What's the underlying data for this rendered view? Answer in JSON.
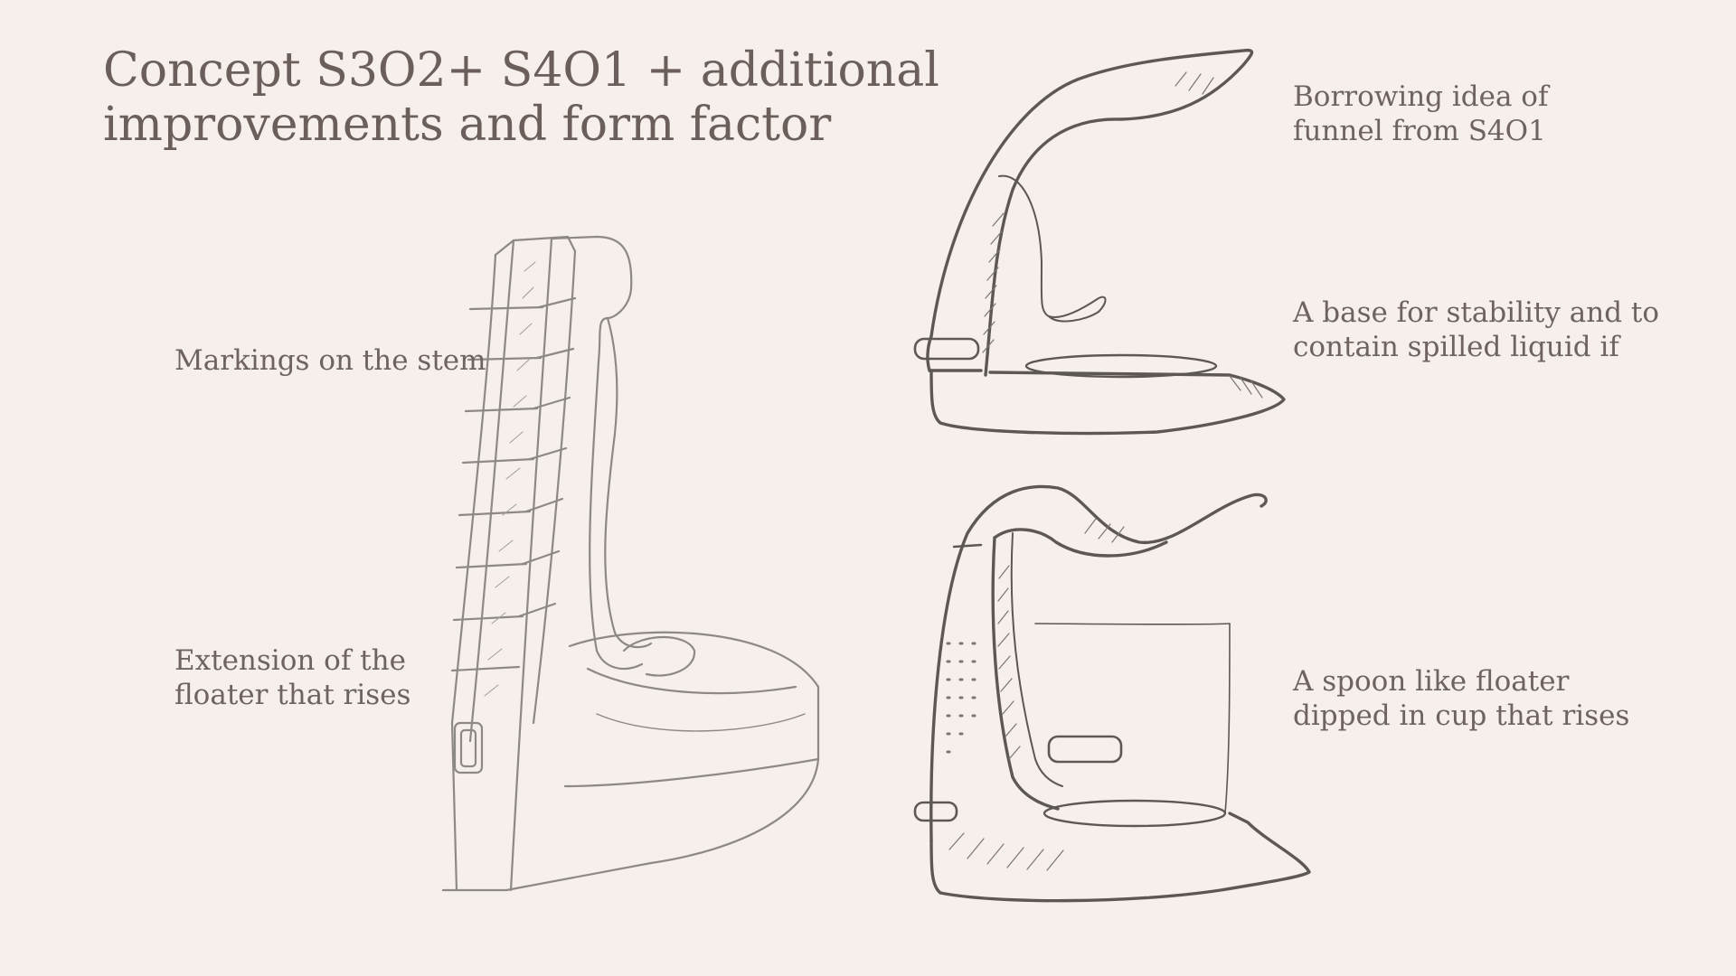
{
  "title": {
    "line1": "Concept S3O2+ S4O1 + additional",
    "line2": "improvements and form factor"
  },
  "annotations": {
    "stem_markings": "Markings on the stem",
    "extension": {
      "line1": "Extension of the",
      "line2": "floater that rises"
    },
    "funnel": {
      "line1": "Borrowing idea of",
      "line2": "funnel from S4O1"
    },
    "base": {
      "line1": "A base for stability and to",
      "line2": "contain spilled liquid if"
    },
    "spoon": {
      "line1": "A spoon like floater",
      "line2": "dipped in cup that rises"
    }
  },
  "colors": {
    "background": "#f6efec",
    "text": "#6f6360",
    "pencil": "#8a8683",
    "ink": "#5d5856"
  }
}
